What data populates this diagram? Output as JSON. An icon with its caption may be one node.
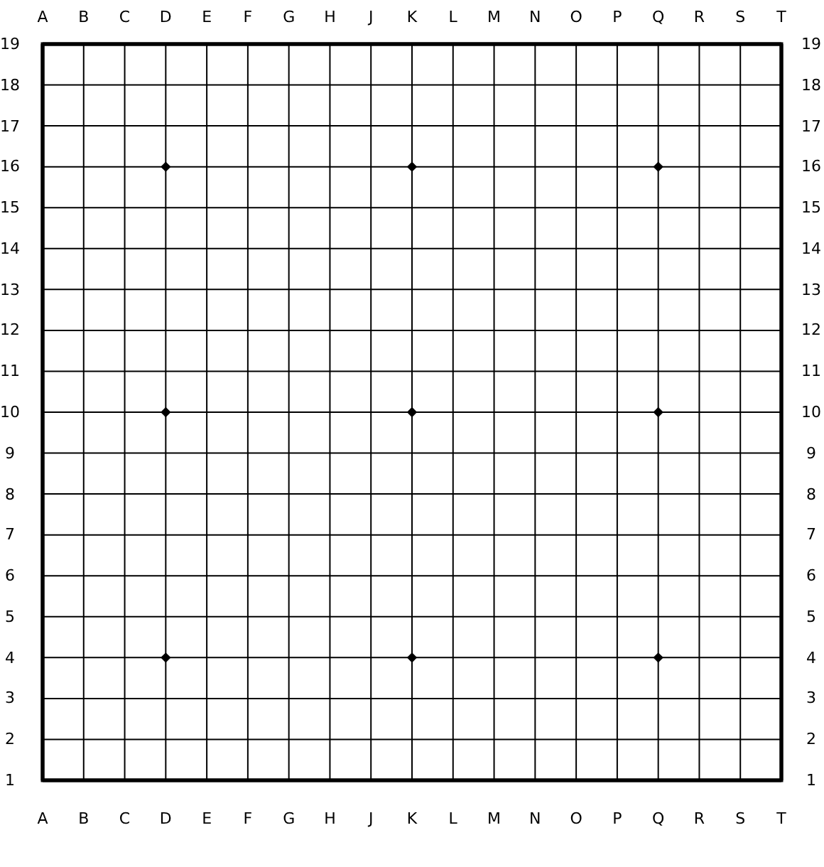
{
  "diagram": {
    "labels": [
      "A",
      "B",
      "C",
      "D",
      "E",
      "F",
      "G",
      "H",
      "J",
      "K",
      "L",
      "M",
      "N",
      "O",
      "P",
      "Q",
      "R",
      "S",
      "T",
      "19",
      "19",
      "18",
      "18",
      "17",
      "17",
      "16",
      "16",
      "15",
      "15",
      "14",
      "14",
      "13",
      "13",
      "12",
      "12",
      "11",
      "11",
      "10",
      "10",
      "9",
      "9",
      "8",
      "8",
      "7",
      "7",
      "6",
      "6",
      "5",
      "5",
      "4",
      "4",
      "3",
      "3",
      "2",
      "2",
      "1",
      "1",
      "A",
      "B",
      "C",
      "D",
      "E",
      "F",
      "G",
      "H",
      "J",
      "K",
      "L",
      "M",
      "N",
      "O",
      "P",
      "Q",
      "R",
      "S",
      "T"
    ]
  }
}
